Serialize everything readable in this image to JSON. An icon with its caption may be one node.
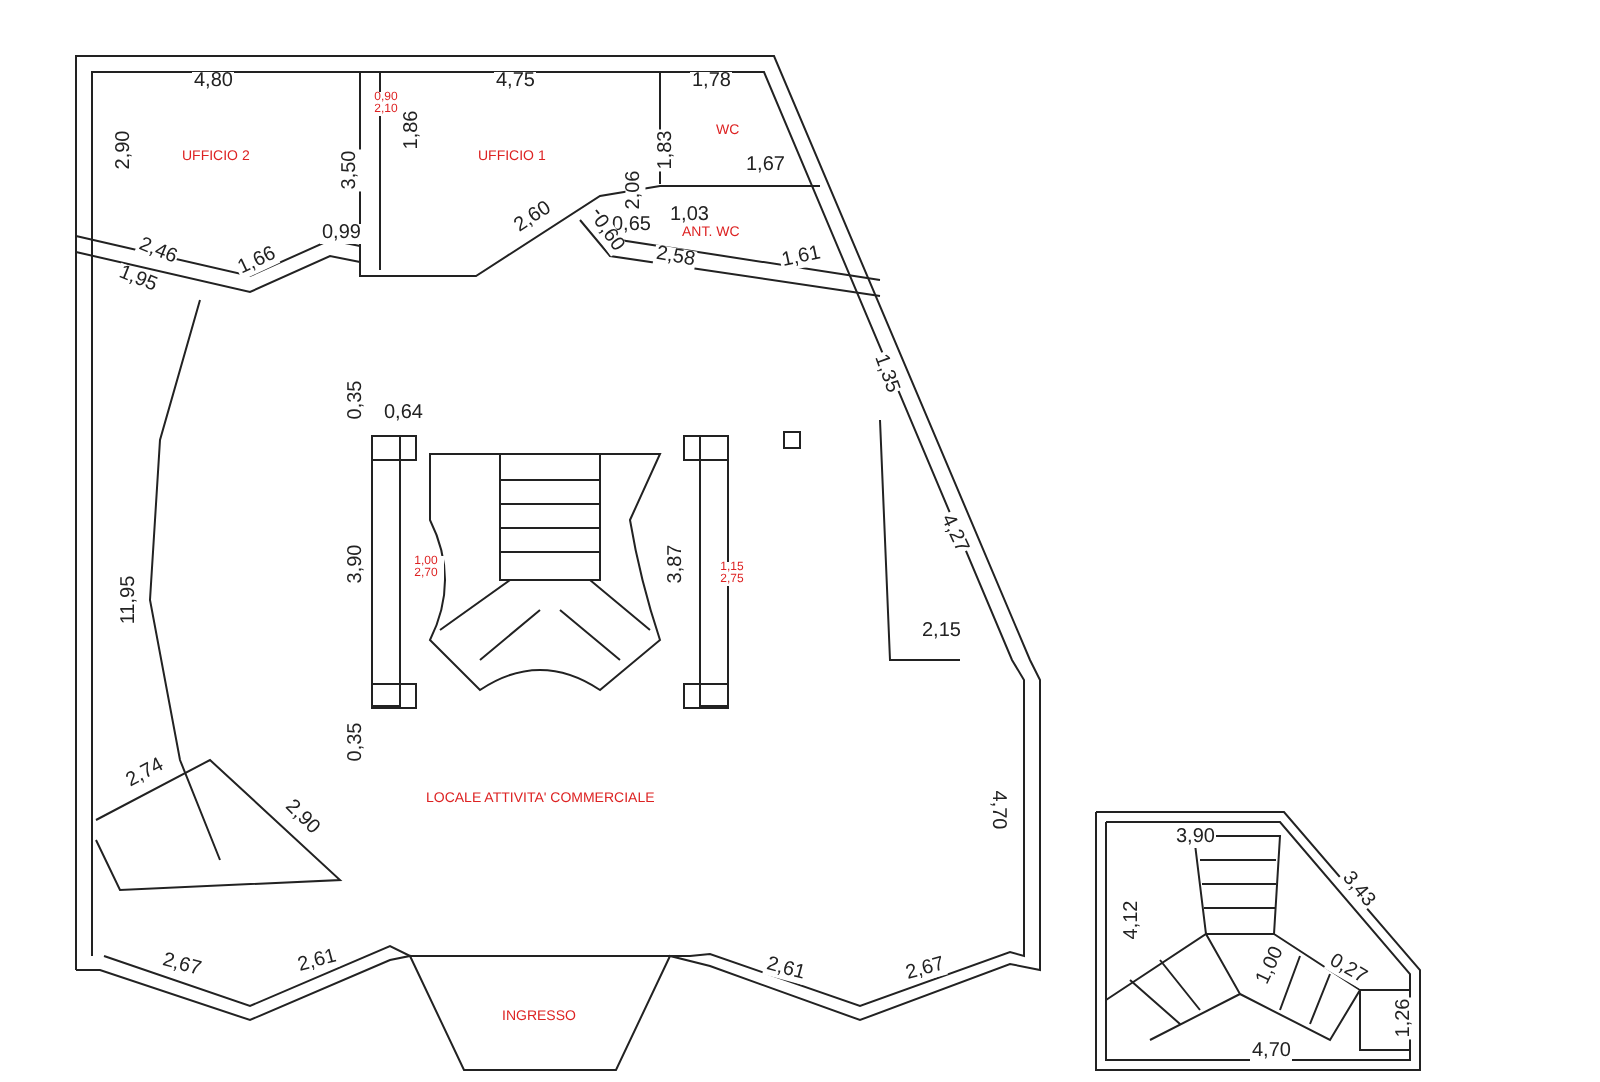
{
  "diagram": {
    "nodes": [
      {
        "text": [
          "UFFICIO 2"
        ]
      },
      {
        "text": [
          "UFFICIO 1"
        ]
      },
      {
        "text": [
          "WC"
        ]
      },
      {
        "text": [
          "ANT. WC"
        ]
      },
      {
        "text": [
          "LOCALE ATTIVITA' COMMERCIALE"
        ]
      },
      {
        "text": [
          "INGRESSO"
        ]
      }
    ],
    "labels": [
      "4,80",
      "4,75",
      "1,78",
      "0,90 2,10",
      "2,90",
      "1,86",
      "2,06",
      "1,83",
      "3,50",
      "1,03",
      "1,67",
      "0,65",
      "2,60",
      "2,46",
      "1,66",
      "0,99",
      "0,60",
      "2,58",
      "1,61",
      "1,95",
      "1,35",
      "0,35",
      "0,64",
      "3,90",
      "1,00 2,70",
      "3,87",
      "1,15 2,75",
      "4,27",
      "2,15",
      "11,95",
      "0,35",
      "4,70",
      "2,74",
      "2,90",
      "2,67",
      "2,61",
      "2,61",
      "2,67",
      "3,90",
      "3,43",
      "4,12",
      "1,00",
      "0,27",
      "1,26",
      "4,70"
    ]
  }
}
